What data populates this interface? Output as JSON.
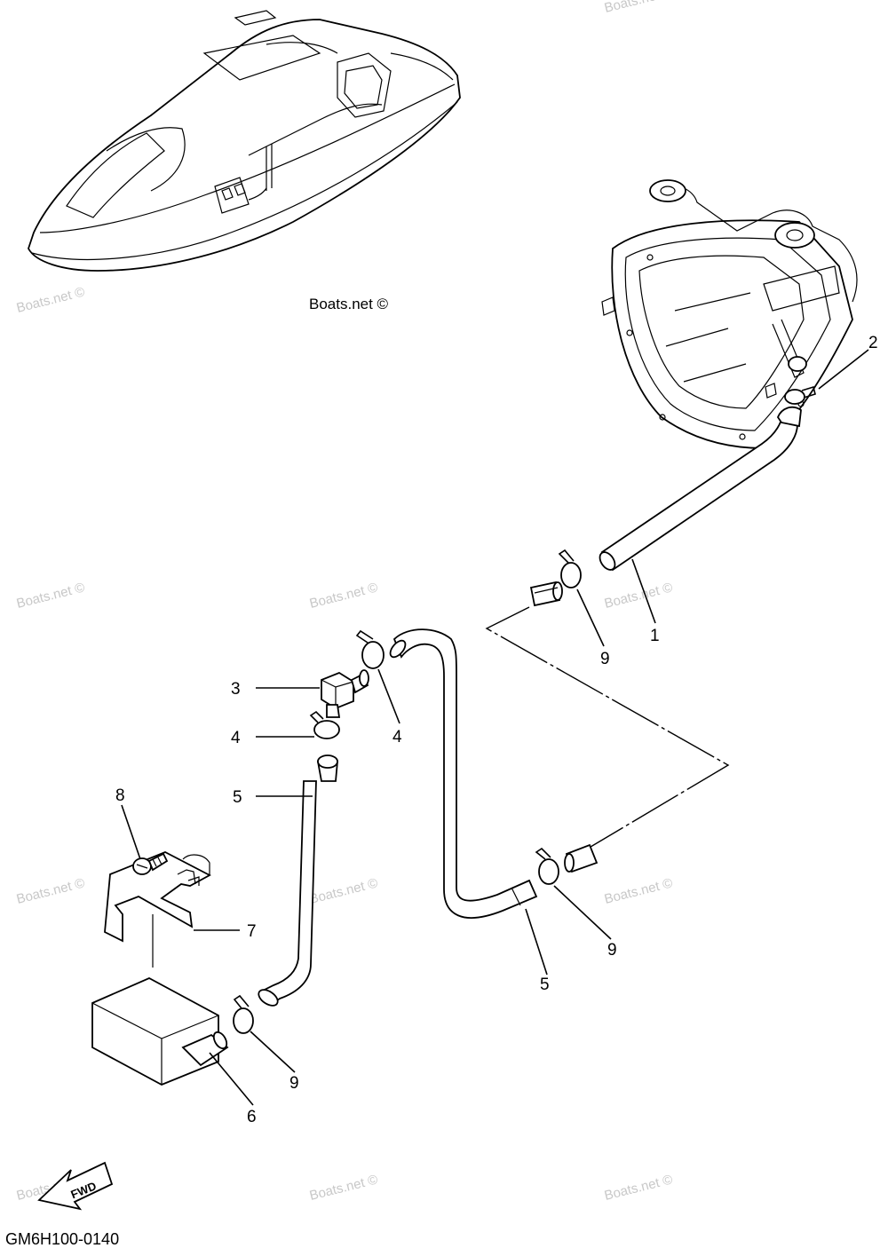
{
  "diagram": {
    "credit_top": "Boats.net ©",
    "watermark": "Boats.net ©",
    "drawing_code": "GM6H100-0140",
    "fwd_label": "FWD"
  },
  "callouts": [
    {
      "id": "c1",
      "number": "1"
    },
    {
      "id": "c2",
      "number": "2"
    },
    {
      "id": "c3",
      "number": "3"
    },
    {
      "id": "c4a",
      "number": "4"
    },
    {
      "id": "c4b",
      "number": "4"
    },
    {
      "id": "c5a",
      "number": "5"
    },
    {
      "id": "c5b",
      "number": "5"
    },
    {
      "id": "c6",
      "number": "6"
    },
    {
      "id": "c7",
      "number": "7"
    },
    {
      "id": "c8",
      "number": "8"
    },
    {
      "id": "c9a",
      "number": "9"
    },
    {
      "id": "c9b",
      "number": "9"
    },
    {
      "id": "c9c",
      "number": "9"
    }
  ]
}
